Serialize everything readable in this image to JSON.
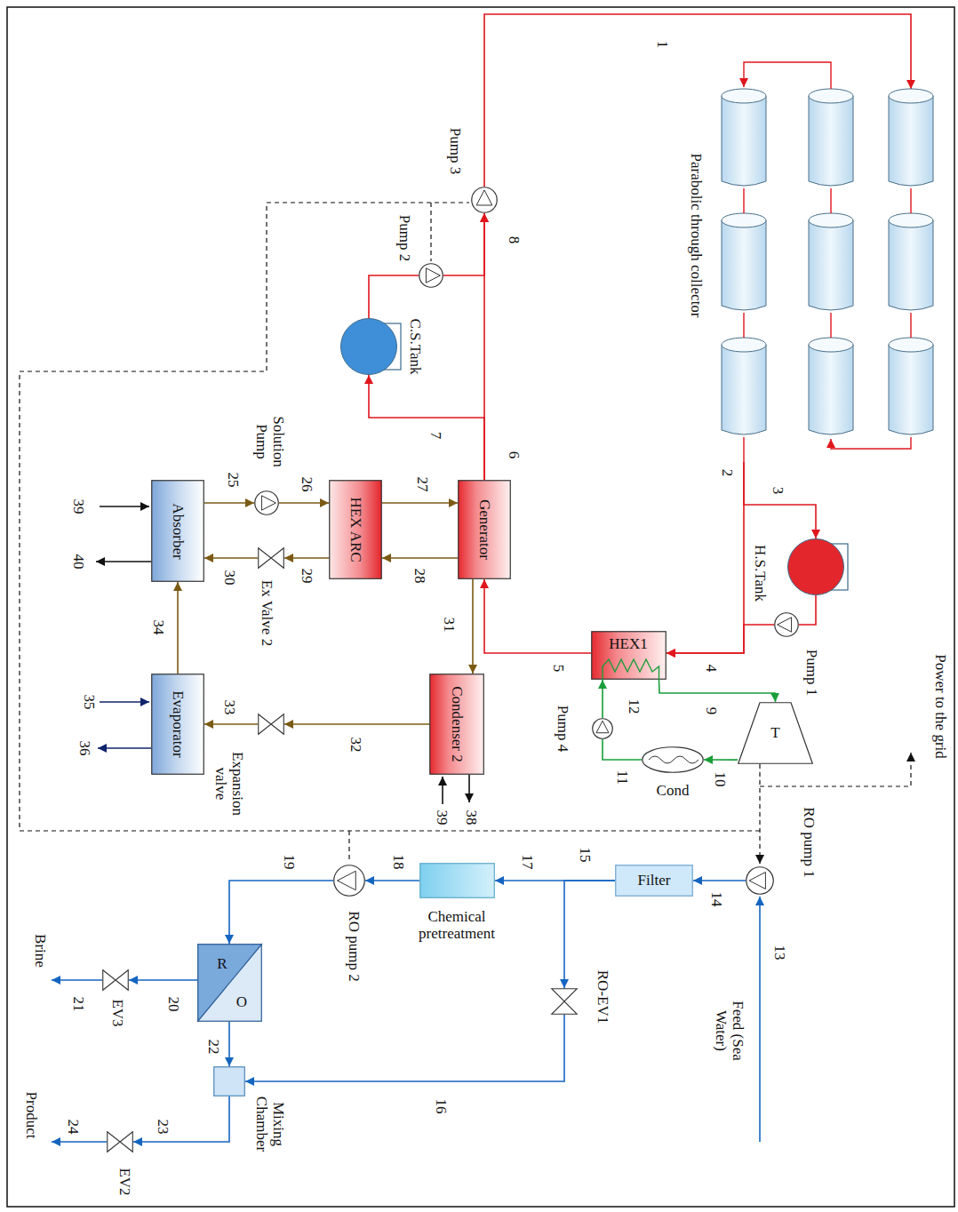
{
  "diagram": {
    "nodes": [
      {
        "text": [
          "Parabolic through collector"
        ]
      },
      {
        "text": [
          "H.S.Tank"
        ]
      },
      {
        "text": [
          "Pump 1"
        ]
      },
      {
        "text": [
          "HEX1"
        ]
      },
      {
        "text": [
          "T"
        ]
      },
      {
        "text": [
          "Cond"
        ]
      },
      {
        "text": [
          "Pump 4"
        ]
      },
      {
        "text": [
          "Pump 3"
        ]
      },
      {
        "text": [
          "Pump 2"
        ]
      },
      {
        "text": [
          "C.S.Tank"
        ]
      },
      {
        "text": [
          "Generator"
        ]
      },
      {
        "text": [
          "HEX ARC"
        ]
      },
      {
        "text": [
          "Solution Pump"
        ]
      },
      {
        "text": [
          "Absorber"
        ]
      },
      {
        "text": [
          "Ex Valve 2"
        ]
      },
      {
        "text": [
          "Condenser 2"
        ]
      },
      {
        "text": [
          "Expansion valve"
        ]
      },
      {
        "text": [
          "Evaporator"
        ]
      },
      {
        "text": [
          "RO pump 1"
        ]
      },
      {
        "text": [
          "Filter"
        ]
      },
      {
        "text": [
          "Chemical pretreatment"
        ]
      },
      {
        "text": [
          "RO-EV1"
        ]
      },
      {
        "text": [
          "RO pump 2"
        ]
      },
      {
        "text": [
          "R",
          "O"
        ]
      },
      {
        "text": [
          "EV3"
        ]
      },
      {
        "text": [
          "Mixing Chamber"
        ]
      },
      {
        "text": [
          "EV2"
        ]
      }
    ],
    "edges": [
      {
        "from": 7,
        "to": 0,
        "arrow": "to"
      },
      {
        "from": 0,
        "to": 3,
        "arrow": "to"
      },
      {
        "from": 0,
        "to": 1,
        "arrow": "to"
      },
      {
        "from": 1,
        "to": 2,
        "arrow": "none"
      },
      {
        "from": 2,
        "to": 3,
        "arrow": "to"
      },
      {
        "from": 3,
        "to": 10,
        "arrow": "to"
      },
      {
        "from": 10,
        "to": 7,
        "arrow": "to"
      },
      {
        "from": 10,
        "to": 9,
        "arrow": "to"
      },
      {
        "from": 9,
        "to": 8,
        "arrow": "none"
      },
      {
        "from": 8,
        "to": 7,
        "arrow": "to"
      },
      {
        "from": 3,
        "to": 4,
        "arrow": "to"
      },
      {
        "from": 4,
        "to": 5,
        "arrow": "to"
      },
      {
        "from": 5,
        "to": 6,
        "arrow": "none"
      },
      {
        "from": 6,
        "to": 3,
        "arrow": "to"
      },
      {
        "from": 13,
        "to": 12,
        "arrow": "to"
      },
      {
        "from": 12,
        "to": 11,
        "arrow": "to"
      },
      {
        "from": 11,
        "to": 10,
        "arrow": "to"
      },
      {
        "from": 10,
        "to": 11,
        "arrow": "to"
      },
      {
        "from": 11,
        "to": 14,
        "arrow": "to"
      },
      {
        "from": 14,
        "to": 13,
        "arrow": "to"
      },
      {
        "from": 10,
        "to": 15,
        "arrow": "to"
      },
      {
        "from": 15,
        "to": 16,
        "arrow": "to"
      },
      {
        "from": 16,
        "to": 17,
        "arrow": "to"
      },
      {
        "from": 17,
        "to": 13,
        "arrow": "to"
      },
      {
        "from": 18,
        "to": 19,
        "arrow": "to"
      },
      {
        "from": 19,
        "to": 20,
        "arrow": "to"
      },
      {
        "from": 19,
        "to": 21,
        "arrow": "to"
      },
      {
        "from": 20,
        "to": 22,
        "arrow": "to"
      },
      {
        "from": 22,
        "to": 23,
        "arrow": "to"
      },
      {
        "from": 23,
        "to": 24,
        "arrow": "to"
      },
      {
        "from": 23,
        "to": 25,
        "arrow": "to"
      },
      {
        "from": 21,
        "to": 25,
        "arrow": "to"
      },
      {
        "from": 25,
        "to": 26,
        "arrow": "to"
      }
    ],
    "labels": [
      "1",
      "2",
      "3",
      "4",
      "5",
      "6",
      "7",
      "8",
      "9",
      "10",
      "11",
      "12",
      "13",
      "14",
      "15",
      "16",
      "17",
      "18",
      "19",
      "20",
      "21",
      "22",
      "23",
      "24",
      "25",
      "26",
      "27",
      "28",
      "29",
      "30",
      "31",
      "32",
      "33",
      "34",
      "35",
      "36",
      "38",
      "39",
      "39",
      "40",
      "Power to the grid",
      "Feed (Sea Water)",
      "Brine",
      "Product"
    ]
  }
}
